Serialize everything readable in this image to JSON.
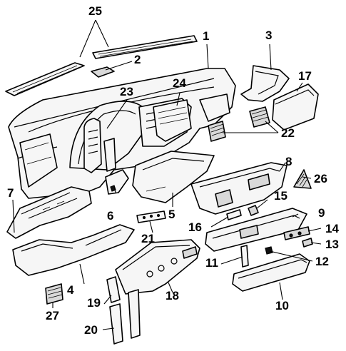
{
  "diagram": {
    "callouts": {
      "c1": "1",
      "c2": "2",
      "c3": "3",
      "c4": "4",
      "c5": "5",
      "c6": "6",
      "c7": "7",
      "c8": "8",
      "c9": "9",
      "c10": "10",
      "c11": "11",
      "c12": "12",
      "c13": "13",
      "c14": "14",
      "c15": "15",
      "c16": "16",
      "c17": "17",
      "c18": "18",
      "c19": "19",
      "c20": "20",
      "c21": "21",
      "c22": "22",
      "c23": "23",
      "c24": "24",
      "c25": "25",
      "c26": "26",
      "c27": "27"
    },
    "colors": {
      "line": "#000000",
      "background": "#ffffff",
      "fill": "#f6f6f6"
    }
  }
}
